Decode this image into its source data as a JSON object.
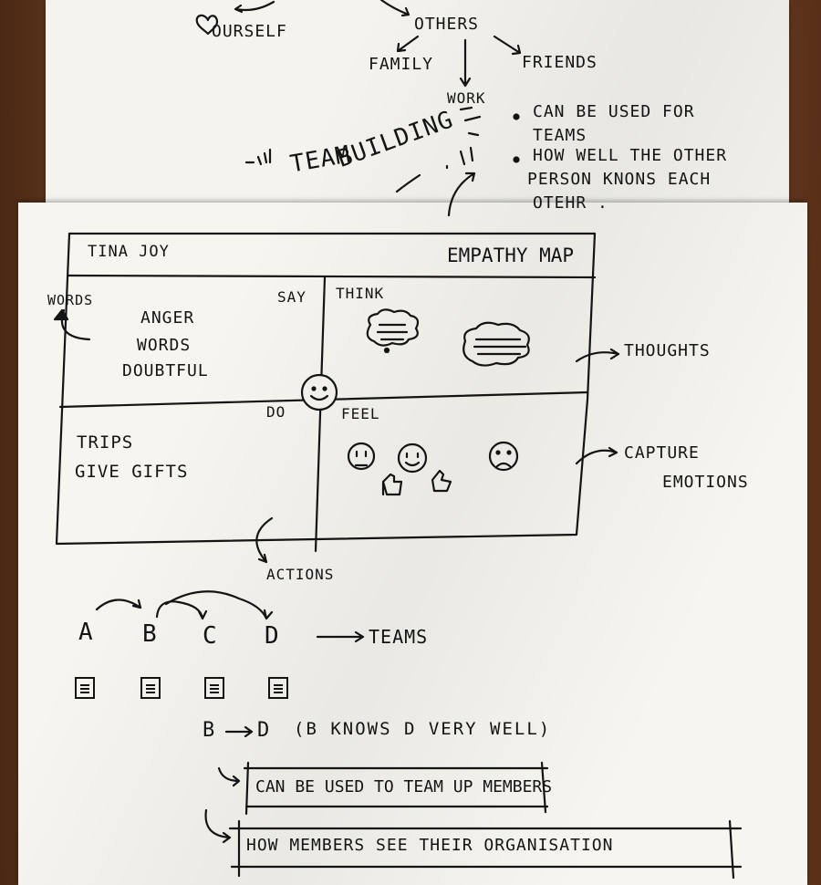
{
  "top": {
    "ourself": "OURSELF",
    "others": "OTHERS",
    "family": "FAMILY",
    "friends": "FRIENDS",
    "work": "WORK",
    "team_building_1": "TEAM",
    "team_building_2": "BUILDING",
    "bullets": [
      "CAN BE USED FOR",
      "TEAMS",
      "HOW WELL THE OTHER",
      "PERSON KNONS EACH",
      "OTEHR ."
    ]
  },
  "map": {
    "name": "TINA JOY",
    "title": "EMPATHY MAP",
    "say_label": "SAY",
    "think_label": "THINK",
    "do_label": "DO",
    "feel_label": "FEEL",
    "say_items": [
      "ANGER",
      "WORDS",
      "DOUBTFUL"
    ],
    "do_items": [
      "TRIPS",
      "GIVE GIFTS"
    ]
  },
  "notes": {
    "words": "WORDS",
    "thoughts": "THOUGHTS",
    "capture": "CAPTURE",
    "emotions": "EMOTIONS",
    "actions": "ACTIONS"
  },
  "teams": {
    "letters": [
      "A",
      "B",
      "C",
      "D"
    ],
    "teams_label": "TEAMS",
    "relation_b": "B",
    "relation_d": "D",
    "relation_rest": "(B KNOWS D VERY WELL)",
    "line1": "CAN BE USED TO TEAM UP MEMBERS",
    "line2": "HOW MEMBERS SEE THEIR ORGANISATION"
  }
}
